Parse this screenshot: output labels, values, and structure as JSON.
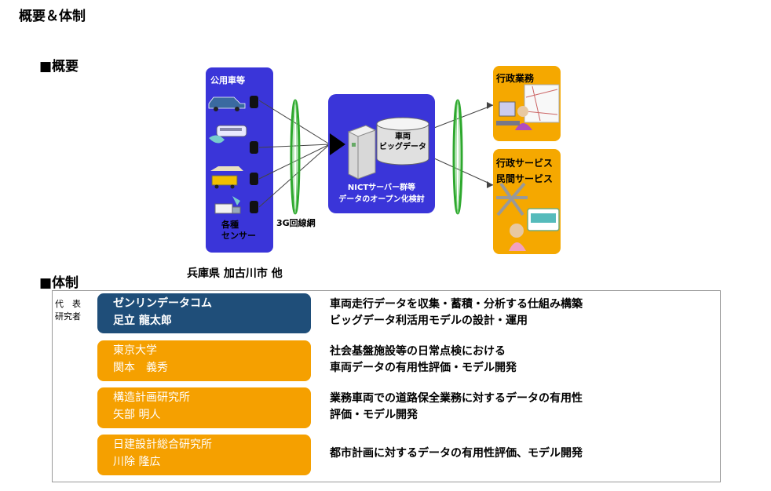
{
  "page_title": "概要＆体制",
  "overview": {
    "heading": "■概要",
    "left_panel_label": "公用車等",
    "sensor_label": [
      "各種",
      "センサー"
    ],
    "network_label": "3G回線網",
    "location_label": "兵庫県 加古川市 他",
    "center_db_label": [
      "車両",
      "ビッグデータ"
    ],
    "center_label": [
      "NICTサーバー群等",
      "データのオープン化検討"
    ],
    "right_top_label": [
      "行政業務"
    ],
    "right_bottom_label": [
      "行政サービス",
      "民間サービス"
    ],
    "colors": {
      "panel_blue": "#3a35d9",
      "orange": "#f5a800",
      "navy": "#1f4e79",
      "ring_green": "#2ea82e"
    }
  },
  "structure": {
    "heading": "■体制",
    "rep_label": [
      "代　表",
      "研究者"
    ],
    "rows": [
      {
        "org": "ゼンリンデータコム",
        "person": "足立 龍太郎",
        "roles": [
          "車両走行データを収集・蓄積・分析する仕組み構築",
          "ビッグデータ利活用モデルの設計・運用"
        ]
      },
      {
        "org": "東京大学",
        "person": "関本　義秀",
        "roles": [
          "社会基盤施設等の日常点検における",
          "車両データの有用性評価・モデル開発"
        ]
      },
      {
        "org": "構造計画研究所",
        "person": "矢部 明人",
        "roles": [
          "業務車両での道路保全業務に対するデータの有用性",
          "評価・モデル開発"
        ]
      },
      {
        "org": "日建設計総合研究所",
        "person": "川除 隆広",
        "roles": [
          "都市計画に対するデータの有用性評価、モデル開発"
        ]
      }
    ]
  }
}
